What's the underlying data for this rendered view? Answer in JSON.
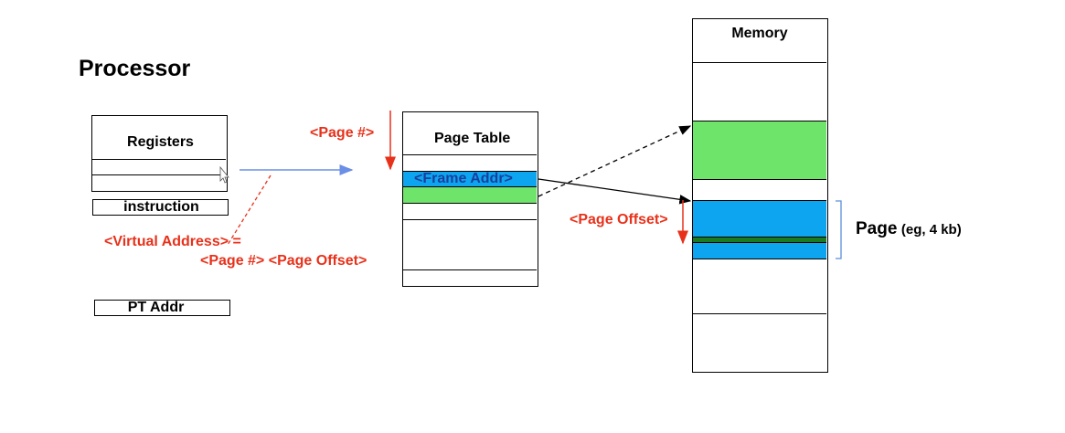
{
  "processor": {
    "title": "Processor",
    "registers_label": "Registers",
    "instruction_label": "instruction",
    "pt_addr_label": "PT Addr"
  },
  "annotations": {
    "virtual_address_line1": "<Virtual Address> =",
    "virtual_address_line2": "<Page #> <Page Offset>",
    "page_number": "<Page #>",
    "page_offset": "<Page Offset>"
  },
  "page_table": {
    "title": "Page Table",
    "frame_addr_label": "<Frame Addr>"
  },
  "memory": {
    "title": "Memory",
    "page_label": "Page",
    "page_size_note": "(eg, 4 kb)"
  },
  "colors": {
    "highlight_blue": "#0ea5f0",
    "highlight_green": "#6ee46a",
    "dark_green": "#1e7a1e",
    "annotation_red": "#e8311a",
    "arrow_blue": "#6b8fe6",
    "bracket_blue": "#5b8fd9"
  }
}
